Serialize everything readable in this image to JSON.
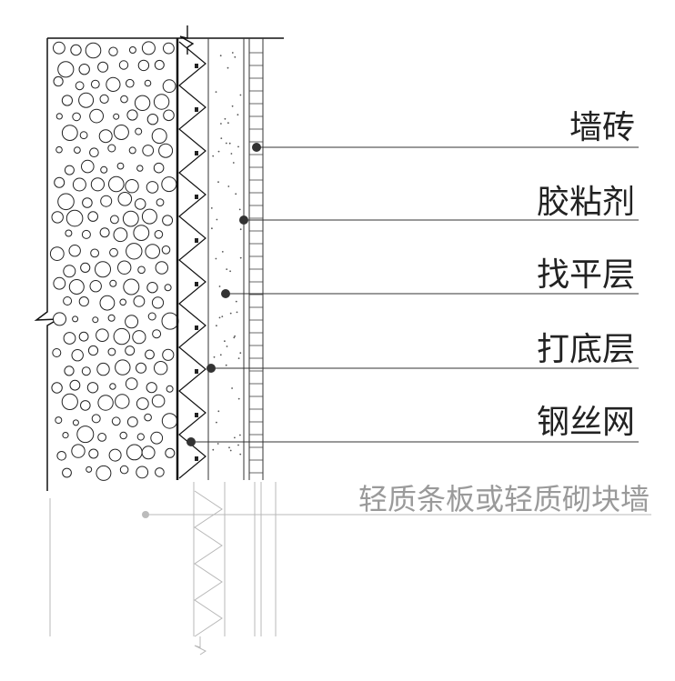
{
  "labels": {
    "wall_tile": "墙砖",
    "adhesive": "胶粘剂",
    "leveling_layer": "找平层",
    "base_coat": "打底层",
    "wire_mesh": "钢丝网",
    "lightweight_wall": "轻质条板或轻质砌块墙"
  },
  "colors": {
    "ink": "#111111",
    "faded_text": "#9a9a9a",
    "background": "#ffffff"
  },
  "icons": {
    "break_symbol": "break-line-icon",
    "leader_dot": "leader-dot-icon"
  }
}
